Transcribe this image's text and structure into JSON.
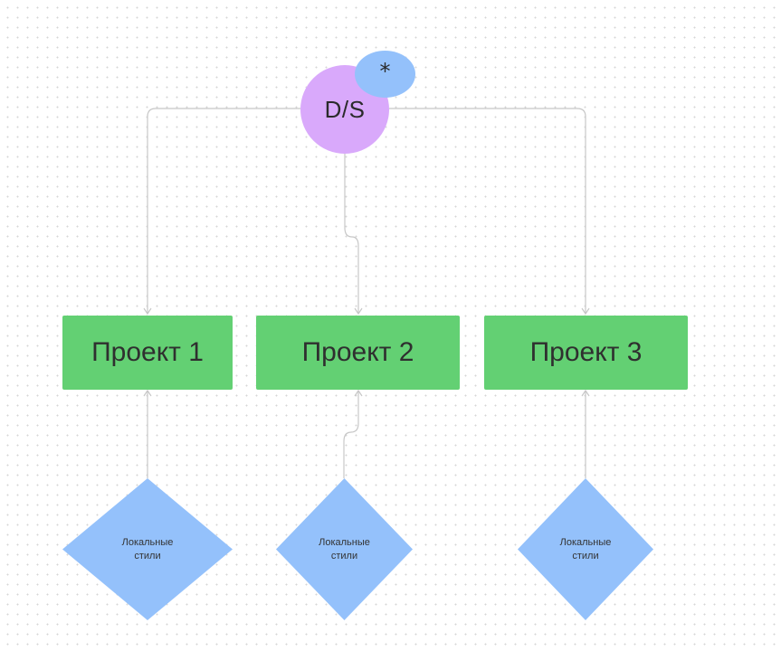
{
  "diagram": {
    "root": {
      "label": "D/S",
      "badge": "*",
      "color": "#d9a9fb",
      "badge_color": "#94c1fb"
    },
    "projects": [
      {
        "label": "Проект 1"
      },
      {
        "label": "Проект 2"
      },
      {
        "label": "Проект 3"
      }
    ],
    "local_styles": [
      {
        "label": "Локальные\nстили"
      },
      {
        "label": "Локальные\nстили"
      },
      {
        "label": "Локальные\nстили"
      }
    ],
    "edges": [
      {
        "from": "D/S",
        "to": "Проект 1"
      },
      {
        "from": "D/S",
        "to": "Проект 2"
      },
      {
        "from": "D/S",
        "to": "Проект 3"
      },
      {
        "from": "Локальные стили",
        "to": "Проект 1"
      },
      {
        "from": "Локальные стили",
        "to": "Проект 2"
      },
      {
        "from": "Локальные стили",
        "to": "Проект 3"
      }
    ],
    "colors": {
      "project": "#63d073",
      "diamond": "#94c1fb",
      "connector": "#c7c7c7"
    }
  }
}
